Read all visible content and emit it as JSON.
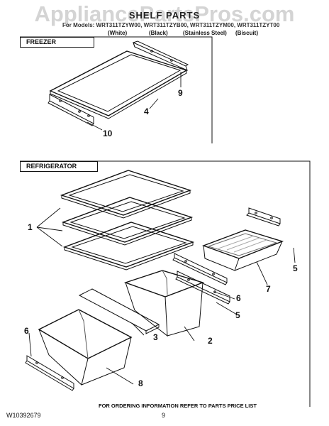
{
  "watermark": "AppliancePartsPros.com",
  "title": "SHELF PARTS",
  "models": "For Models: WRT311TZYW00, WRT311TZYB00, WRT311TZYM00, WRT311TZYT00",
  "colors": {
    "white": "(White)",
    "black": "(Black)",
    "stainless": "(Stainless Steel)",
    "biscuit": "(Biscuit)"
  },
  "sections": {
    "freezer": "FREEZER",
    "refrigerator": "REFRIGERATOR"
  },
  "callouts": {
    "c1": "1",
    "c2": "2",
    "c3": "3",
    "c4": "4",
    "c5a": "5",
    "c5b": "5",
    "c6a": "6",
    "c6b": "6",
    "c7": "7",
    "c8": "8",
    "c9": "9",
    "c10": "10"
  },
  "footer": "FOR ORDERING INFORMATION REFER TO PARTS PRICE LIST",
  "doc_number": "W10392679",
  "page_number": "9"
}
